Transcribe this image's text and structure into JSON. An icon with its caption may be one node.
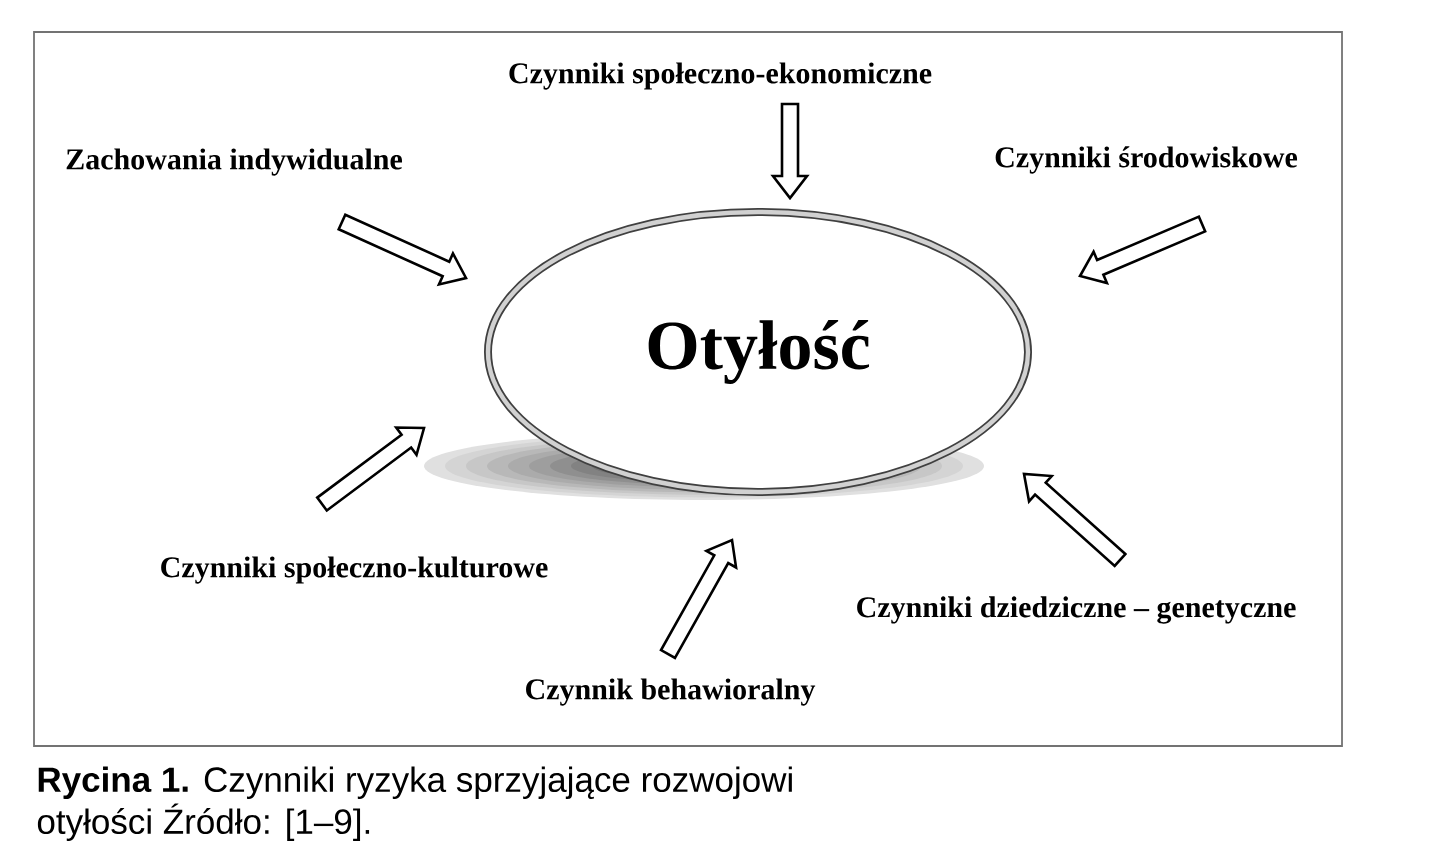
{
  "diagram": {
    "caption": "**Rycina 1.** Czynniki ryzyka sprzyjające rozwojowi otyłości Źródło: [1–9].",
    "nodes": [
      {
        "text": [
          "Czynniki społeczno-ekonomiczne"
        ]
      },
      {
        "text": [
          "Zachowania indywidualne"
        ]
      },
      {
        "text": [
          "Czynniki środowiskowe"
        ]
      },
      {
        "text": [
          "Otyłość"
        ]
      },
      {
        "text": [
          "Czynniki społeczno-kulturowe"
        ]
      },
      {
        "text": [
          "Czynniki dziedziczne – genetyczne"
        ]
      },
      {
        "text": [
          "Czynnik behawioralny"
        ]
      }
    ],
    "edges": [
      {
        "from": 0,
        "to": 3,
        "arrow": "to"
      },
      {
        "from": 1,
        "to": 3,
        "arrow": "to"
      },
      {
        "from": 2,
        "to": 3,
        "arrow": "to"
      },
      {
        "from": 4,
        "to": 3,
        "arrow": "to"
      },
      {
        "from": 6,
        "to": 3,
        "arrow": "to"
      },
      {
        "from": 5,
        "to": 3,
        "arrow": "to"
      }
    ]
  }
}
